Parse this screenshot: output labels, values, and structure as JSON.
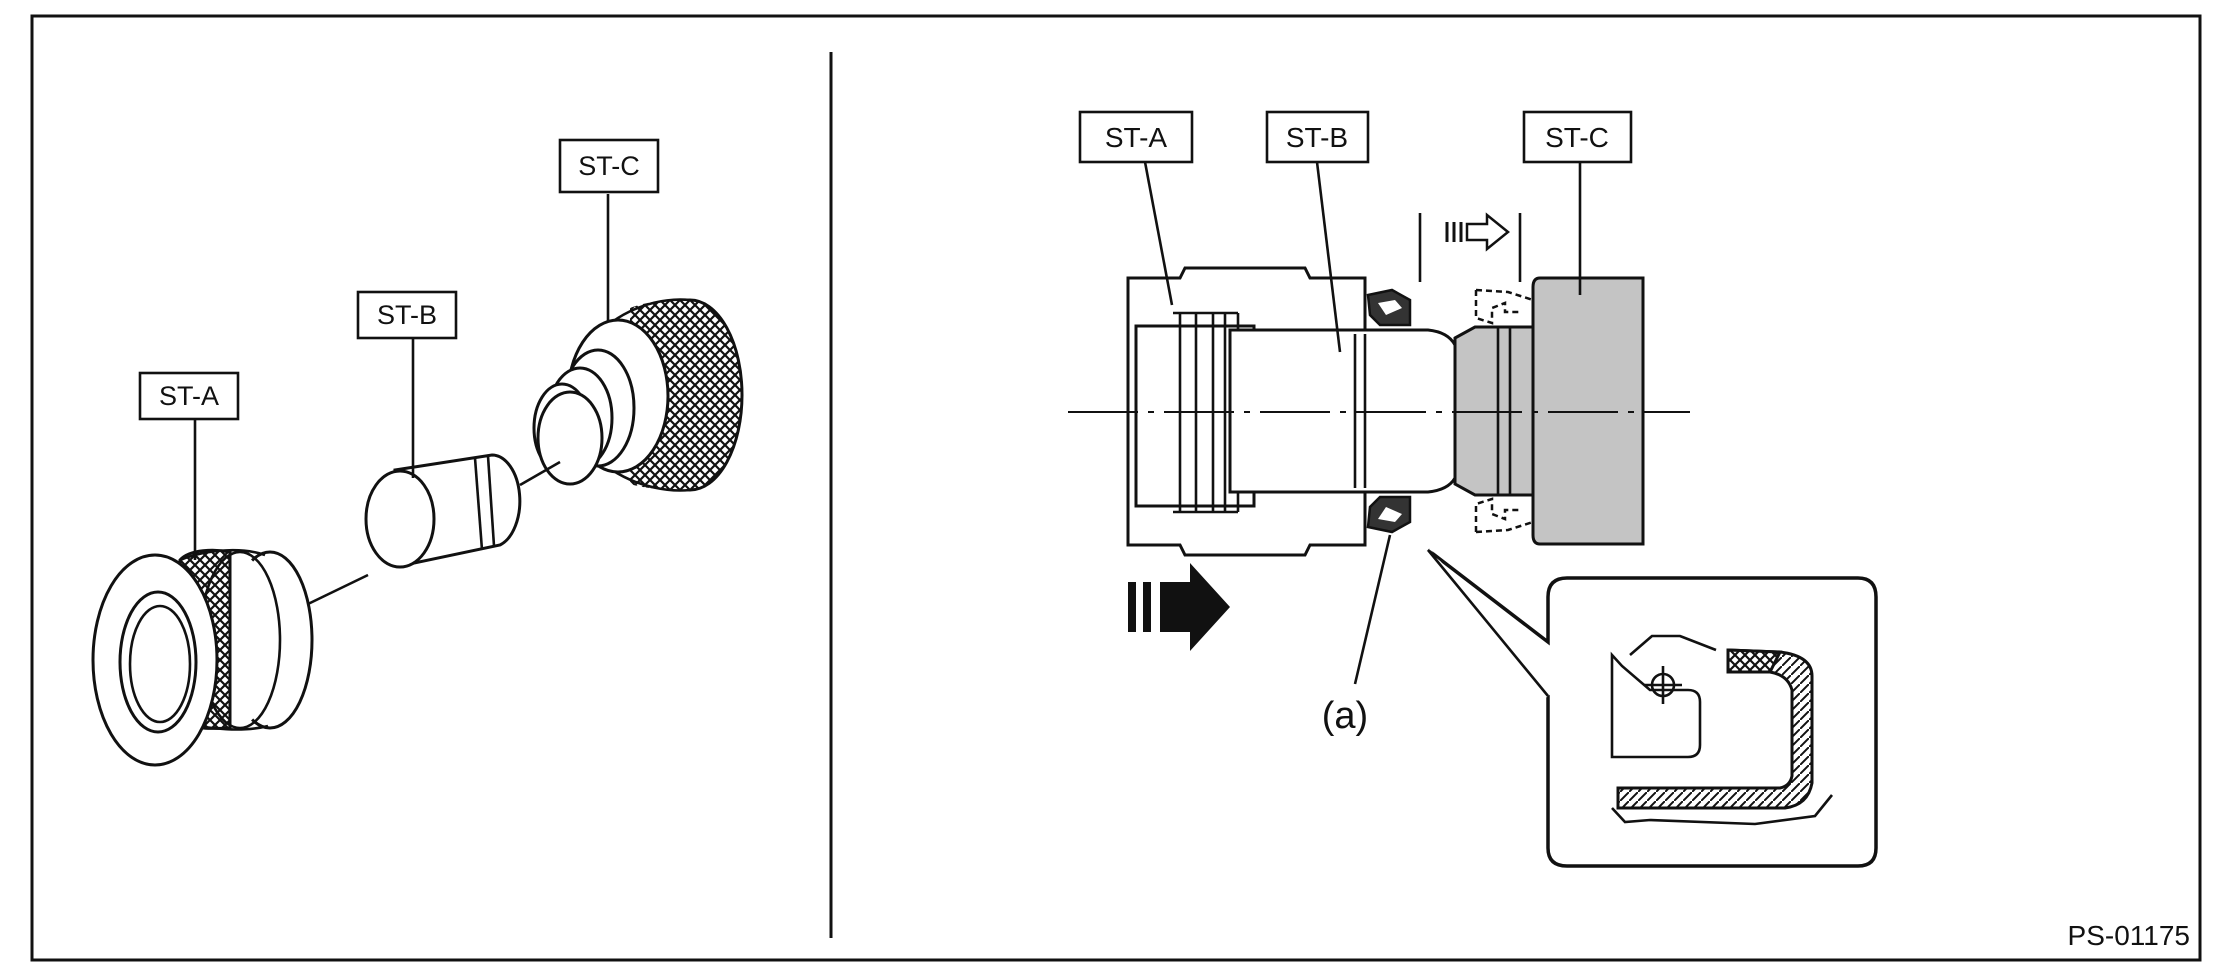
{
  "left_panel": {
    "labels": {
      "st_a": "ST-A",
      "st_b": "ST-B",
      "st_c": "ST-C"
    }
  },
  "right_panel": {
    "labels": {
      "st_a": "ST-A",
      "st_b": "ST-B",
      "st_c": "ST-C",
      "callout": "(a)"
    }
  },
  "figure_code": "PS-01175",
  "colors": {
    "line": "#111111",
    "tool_fill": "#c4c4c4",
    "background": "#ffffff"
  }
}
